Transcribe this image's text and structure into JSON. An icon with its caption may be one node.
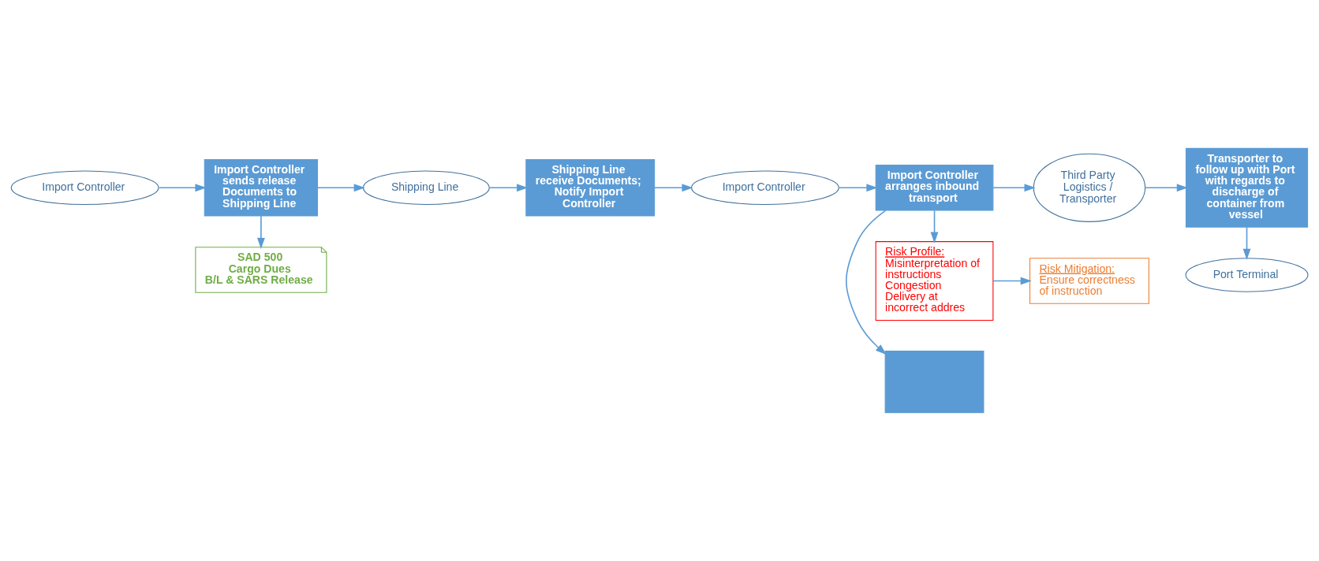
{
  "diagram": {
    "nodes": [
      {
        "text": [
          "Import Controller"
        ]
      },
      {
        "text": [
          "Import Controller sends release Documents to Shipping Line"
        ]
      },
      {
        "text": [
          "SAD 500",
          "Cargo Dues",
          "B/L & SARS Release"
        ]
      },
      {
        "text": [
          "Shipping Line"
        ]
      },
      {
        "text": [
          "Shipping Line receive Documents; Notify Import Controller"
        ]
      },
      {
        "text": [
          "Import Controller"
        ]
      },
      {
        "text": [
          "Import Controller arranges inbound transport"
        ]
      },
      {
        "text": [],
        "shape": "box"
      },
      {
        "text": [
          "Risk Profile:",
          "Misinterpretation of instructions",
          "Congestion",
          "Delivery at incorrect addres"
        ]
      },
      {
        "text": [
          "Risk Mitigation:",
          "Ensure correctness of instruction"
        ]
      },
      {
        "text": [
          "Third Party Logistics / Transporter"
        ]
      },
      {
        "text": [
          "Transporter to follow up with Port with regards to discharge of container from vessel"
        ]
      },
      {
        "text": [
          "Port Terminal"
        ]
      }
    ],
    "edges": [
      {
        "from": 0,
        "to": 1,
        "arrow": "to"
      },
      {
        "from": 1,
        "to": 2,
        "arrow": "to"
      },
      {
        "from": 1,
        "to": 3,
        "arrow": "to"
      },
      {
        "from": 3,
        "to": 4,
        "arrow": "to"
      },
      {
        "from": 4,
        "to": 5,
        "arrow": "to"
      },
      {
        "from": 5,
        "to": 6,
        "arrow": "to"
      },
      {
        "from": 6,
        "to": 7,
        "arrow": "to"
      },
      {
        "from": 6,
        "to": 8,
        "arrow": "to"
      },
      {
        "from": 8,
        "to": 9,
        "arrow": "to"
      },
      {
        "from": 6,
        "to": 10,
        "arrow": "to"
      },
      {
        "from": 10,
        "to": 11,
        "arrow": "to"
      },
      {
        "from": 11,
        "to": 12,
        "arrow": "to"
      }
    ]
  }
}
